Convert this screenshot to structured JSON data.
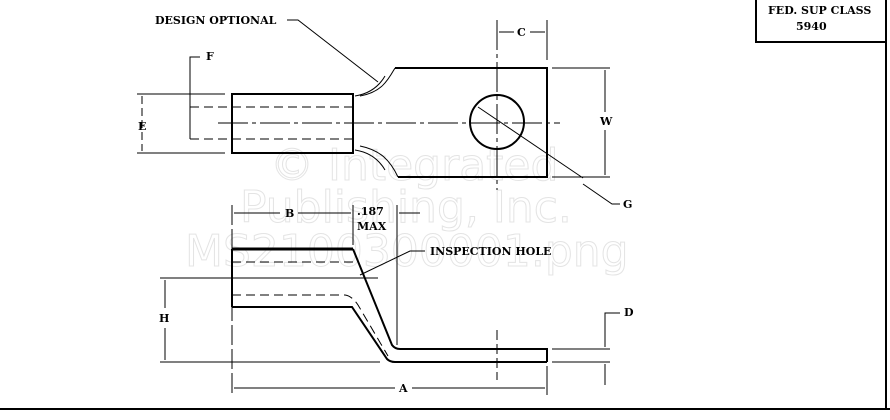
{
  "class_box": {
    "line1": "FED. SUP CLASS",
    "line2": "5940"
  },
  "labels": {
    "design_optional": "DESIGN OPTIONAL",
    "inspection_hole": "INSPECTION HOLE",
    "dim_187": ".187",
    "dim_max": "MAX",
    "A": "A",
    "B": "B",
    "C": "C",
    "D": "D",
    "E": "E",
    "F": "F",
    "G": "G",
    "H": "H",
    "W": "W"
  },
  "watermark": {
    "line1": "© Integrated",
    "line2": "Publishing, Inc.",
    "line3": "MS2100300001.png"
  }
}
